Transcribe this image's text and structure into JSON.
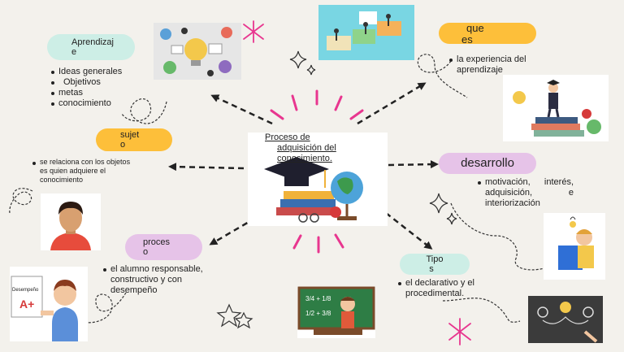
{
  "center": {
    "title_line1": "Proceso de",
    "title_line2": "adquisición  del",
    "title_line3": "conocimiento."
  },
  "nodes": {
    "aprendizaje": {
      "label_line1": "Aprendizaj",
      "label_line2": "e",
      "items": [
        "Ideas generales",
        "Objetivos",
        "metas",
        "conocimiento"
      ],
      "color": "#cdeee6"
    },
    "que_es": {
      "label_line1": "que",
      "label_line2": "es",
      "item": "la experiencia del aprendizaje",
      "color": "#fdbf3a"
    },
    "sujeto": {
      "label_line1": "sujet",
      "label_line2": "o",
      "text": "se relaciona con los objetos  es quien adquiere el  conocimiento",
      "color": "#fdbf3a"
    },
    "desarrollo": {
      "label": "desarrollo",
      "text": "motivación, interés, adquisición, e interiorización",
      "color": "#e6c3e8"
    },
    "proceso": {
      "label_line1": "proces",
      "label_line2": "o",
      "text": "el alumno responsable, constructivo y  con desempeño",
      "color": "#e6c3e8"
    },
    "tipos": {
      "label_line1": "Tipo",
      "label_line2": "s",
      "text": "el declarativo y el  procedimental.",
      "color": "#cdeee6"
    }
  },
  "illustration_text": {
    "desempeno_paper": "Desempeño",
    "grade": "A+"
  },
  "colors": {
    "background": "#f3f1ec",
    "arrow": "#222222",
    "burst": "#e8368f",
    "sparkle": "#333333"
  }
}
